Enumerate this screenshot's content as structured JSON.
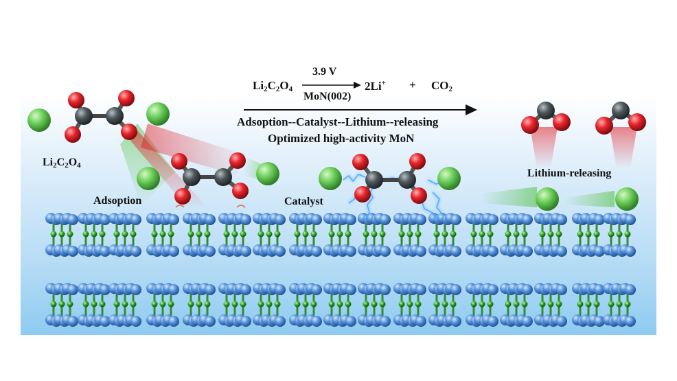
{
  "equation": {
    "reactant": {
      "base": "Li",
      "s1": "2",
      "c": "C",
      "s2": "2",
      "o": "O",
      "s3": "4"
    },
    "arrow_top": "3.9 V",
    "arrow_bottom": "MoN(002)",
    "product1": {
      "base": "2Li",
      "sup": "+"
    },
    "plus": "+",
    "product2": {
      "base": "CO",
      "sub": "2"
    }
  },
  "process": {
    "steps": "Adsoption--Catalyst--Lithium--releasing",
    "subtitle": "Optimized high-activity MoN"
  },
  "labels": {
    "molecule": {
      "base": "Li",
      "s1": "2",
      "c": "C",
      "s2": "2",
      "o": "O",
      "s3": "4"
    },
    "adsoption": "Adsoption",
    "catalyst": "Catalyst",
    "lithium_releasing": "Lithium-releasing"
  },
  "colors": {
    "lithium": "#5cc24e",
    "oxygen": "#e0202a",
    "carbon": "#4a5257",
    "molybdenum": "#4d8ed8",
    "nitrogen": "#2f9a28",
    "electron_glow": "#3aa0ff"
  }
}
